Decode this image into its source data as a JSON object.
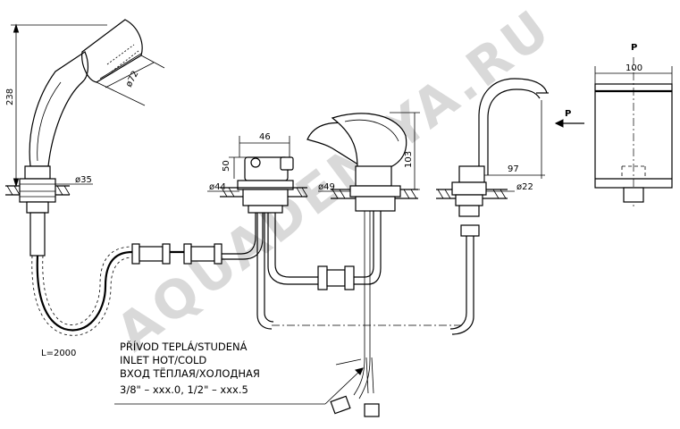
{
  "watermark": "AQUADENIYA.RU",
  "view_label": "P",
  "direction_label": "P",
  "dimensions": {
    "shower_height": "238",
    "shower_head_dia": "ø72",
    "shower_base_dia": "ø35",
    "hose_length": "L=2000",
    "valve_width": "46",
    "valve_height": "50",
    "valve_base_dia": "ø44",
    "mixer_height": "103",
    "mixer_base_dia": "ø49",
    "spout_reach": "97",
    "spout_base_dia": "ø22",
    "side_view_width": "100"
  },
  "inlet_note": {
    "line1": "PŘÍVOD TEPLÁ/STUDENÁ",
    "line2": "INLET HOT/COLD",
    "line3": "ВХОД ТЁПЛАЯ/ХОЛОДНАЯ",
    "line4": "3/8\" – xxx.0, 1/2\" – xxx.5"
  }
}
